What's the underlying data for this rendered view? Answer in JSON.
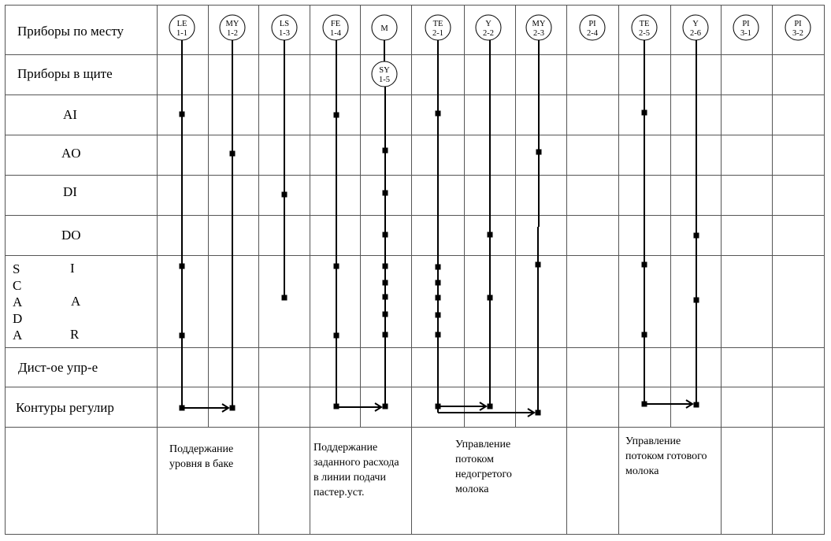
{
  "rows": {
    "field": "Приборы по месту",
    "panel": "Приборы в щите",
    "ai": "AI",
    "ao": "AO",
    "di": "DI",
    "do": "DO",
    "scada_letters": [
      "S",
      "C",
      "A",
      "D",
      "A"
    ],
    "scada_subs": [
      "I",
      "A",
      "R"
    ],
    "remote": "Дист-ое упр-е",
    "loops": "Контуры регулир"
  },
  "devices": [
    {
      "id": "le-1-1",
      "l1": "LE",
      "l2": "1-1"
    },
    {
      "id": "my-1-2",
      "l1": "MY",
      "l2": "1-2"
    },
    {
      "id": "ls-1-3",
      "l1": "LS",
      "l2": "1-3"
    },
    {
      "id": "fe-1-4",
      "l1": "FE",
      "l2": "1-4"
    },
    {
      "id": "m",
      "l1": "M",
      "l2": ""
    },
    {
      "id": "te-2-1",
      "l1": "TE",
      "l2": "2-1"
    },
    {
      "id": "y-2-2",
      "l1": "Y",
      "l2": "2-2"
    },
    {
      "id": "my-2-3",
      "l1": "MY",
      "l2": "2-3"
    },
    {
      "id": "pi-2-4",
      "l1": "PI",
      "l2": "2-4"
    },
    {
      "id": "te-2-5",
      "l1": "TE",
      "l2": "2-5"
    },
    {
      "id": "y-2-6",
      "l1": "Y",
      "l2": "2-6"
    },
    {
      "id": "pi-3-1",
      "l1": "PI",
      "l2": "3-1"
    },
    {
      "id": "pi-3-2",
      "l1": "PI",
      "l2": "3-2"
    }
  ],
  "panel_device": {
    "l1": "SY",
    "l2": "1-5"
  },
  "descriptions": [
    {
      "id": "level",
      "lines": [
        "Поддержание",
        "уровня в баке"
      ]
    },
    {
      "id": "flow",
      "lines": [
        "Поддержание",
        "заданного расхода",
        "в линии подачи",
        "пастер.уст."
      ]
    },
    {
      "id": "underheated",
      "lines": [
        "Управление",
        "потоком",
        "недогретого",
        "молока"
      ]
    },
    {
      "id": "finished",
      "lines": [
        "Управление",
        "потоком готового",
        "молока"
      ]
    }
  ]
}
